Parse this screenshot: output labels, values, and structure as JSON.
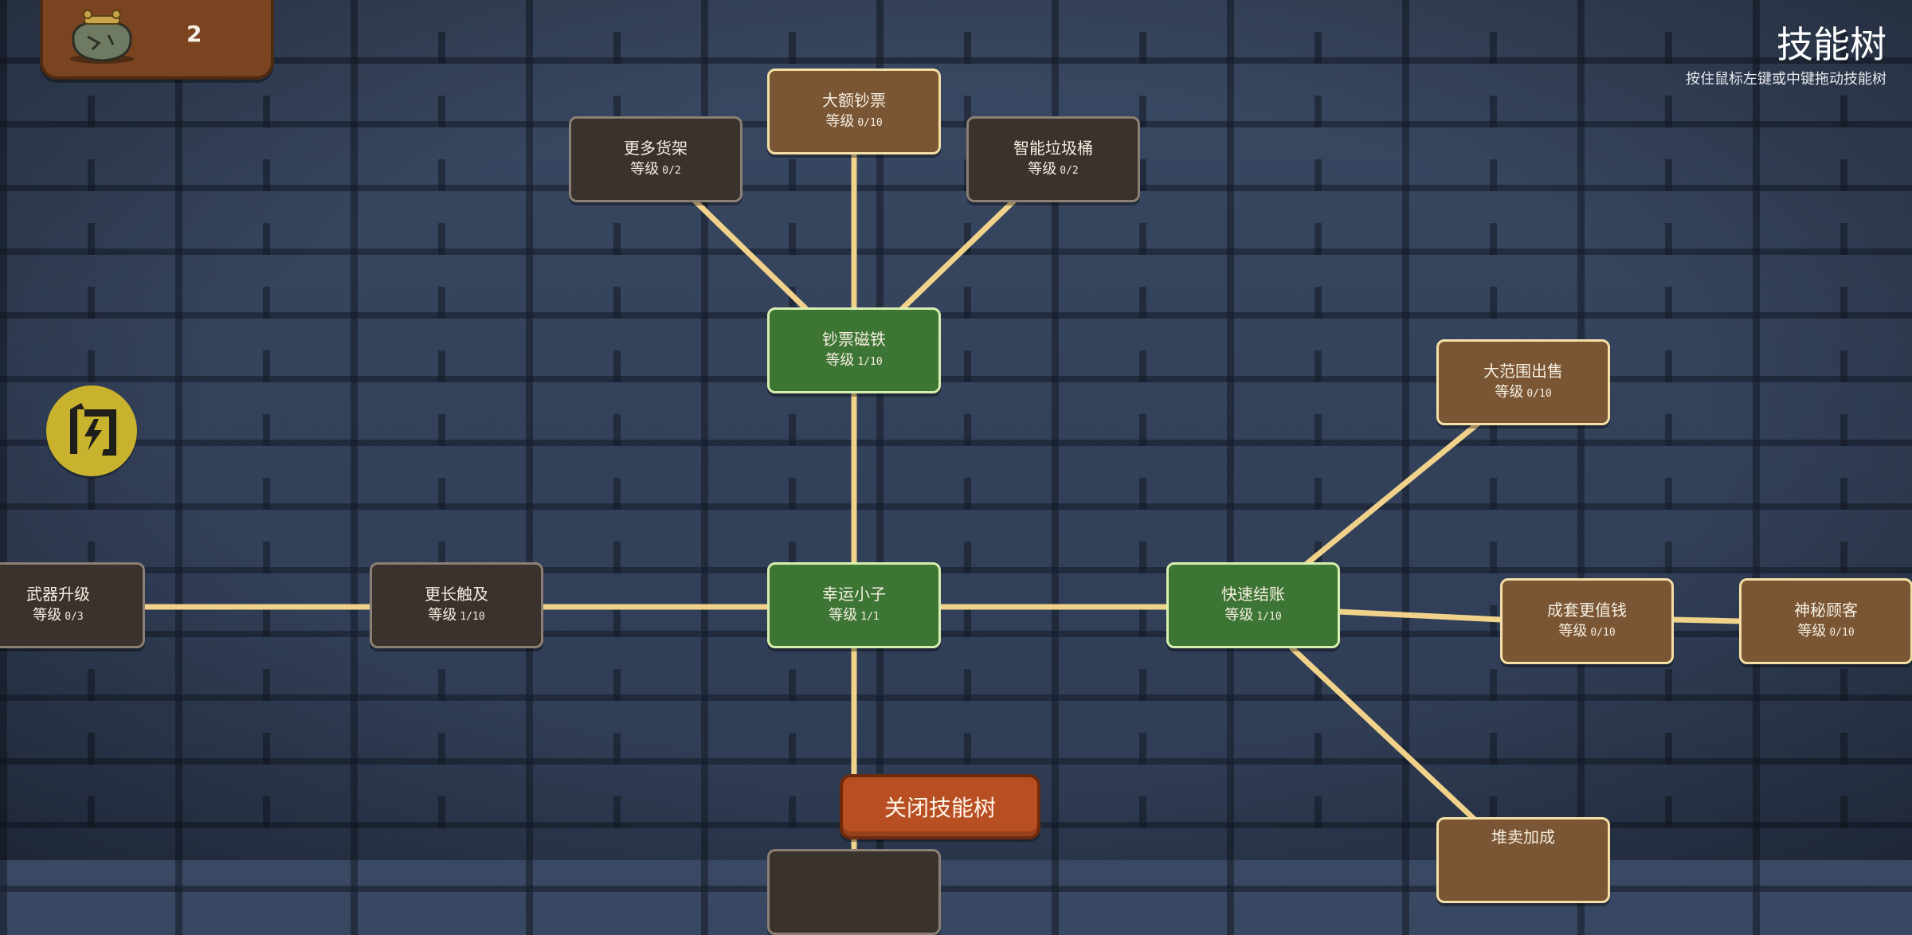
{
  "wallet": {
    "icon": "coin-purse-icon",
    "count": "2"
  },
  "header": {
    "title": "技能树",
    "subtitle": "按住鼠标左键或中键拖动技能树"
  },
  "flash_button": {
    "icon": "flash-glyph-icon",
    "glyph": "闪"
  },
  "close_button": {
    "label": "关闭技能树"
  },
  "level_prefix": "等级",
  "colors": {
    "locked": "#3a322c",
    "available": "#7b5634",
    "owned": "#3d7535",
    "link": "#f0d28a"
  },
  "skills": {
    "big_bills": {
      "name": "大额钞票",
      "level": "0/10",
      "state": "available"
    },
    "more_shelves": {
      "name": "更多货架",
      "level": "0/2",
      "state": "locked"
    },
    "smart_trash": {
      "name": "智能垃圾桶",
      "level": "0/2",
      "state": "locked"
    },
    "bill_magnet": {
      "name": "钞票磁铁",
      "level": "1/10",
      "state": "owned"
    },
    "wide_sale": {
      "name": "大范围出售",
      "level": "0/10",
      "state": "available"
    },
    "weapon_upgrade": {
      "name": "武器升级",
      "level": "0/3",
      "state": "locked"
    },
    "longer_reach": {
      "name": "更长触及",
      "level": "1/10",
      "state": "locked"
    },
    "lucky_kid": {
      "name": "幸运小子",
      "level": "1/1",
      "state": "owned"
    },
    "fast_checkout": {
      "name": "快速结账",
      "level": "1/10",
      "state": "owned"
    },
    "set_value": {
      "name": "成套更值钱",
      "level": "0/10",
      "state": "available"
    },
    "mystery_customer": {
      "name": "神秘顾客",
      "level": "0/10",
      "state": "available"
    },
    "stack_sale": {
      "name": "堆卖加成",
      "state": "available"
    }
  }
}
